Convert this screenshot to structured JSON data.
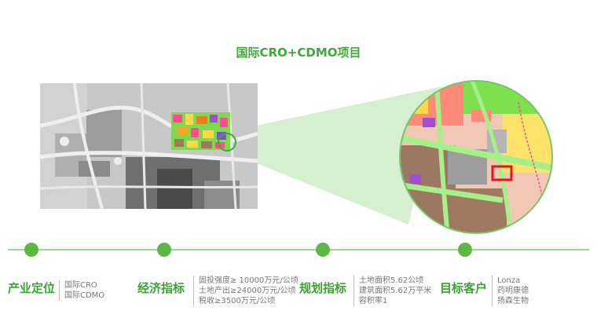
{
  "title": "国际CRO+CDMO项目",
  "colors": {
    "accent": "#4cb13f",
    "label": "#39a335",
    "detail_text": "#777777"
  },
  "map": {
    "description_icon": "site-map-image"
  },
  "steps": [
    {
      "label": "产业定位",
      "details": [
        "国际CRO",
        "国际CDMO"
      ]
    },
    {
      "label": "经济指标",
      "details": [
        "固投强度≥ 10000万元/公顷",
        "土地产出≥24000万元/公顷",
        "税收≥3500万元/公顷"
      ]
    },
    {
      "label": "规划指标",
      "details": [
        "土地面积5.62公顷",
        "建筑面积5.62万平米",
        "容积率1"
      ]
    },
    {
      "label": "目标客户",
      "details": [
        "Lonza",
        "药明康德",
        "扬森生物"
      ]
    }
  ]
}
